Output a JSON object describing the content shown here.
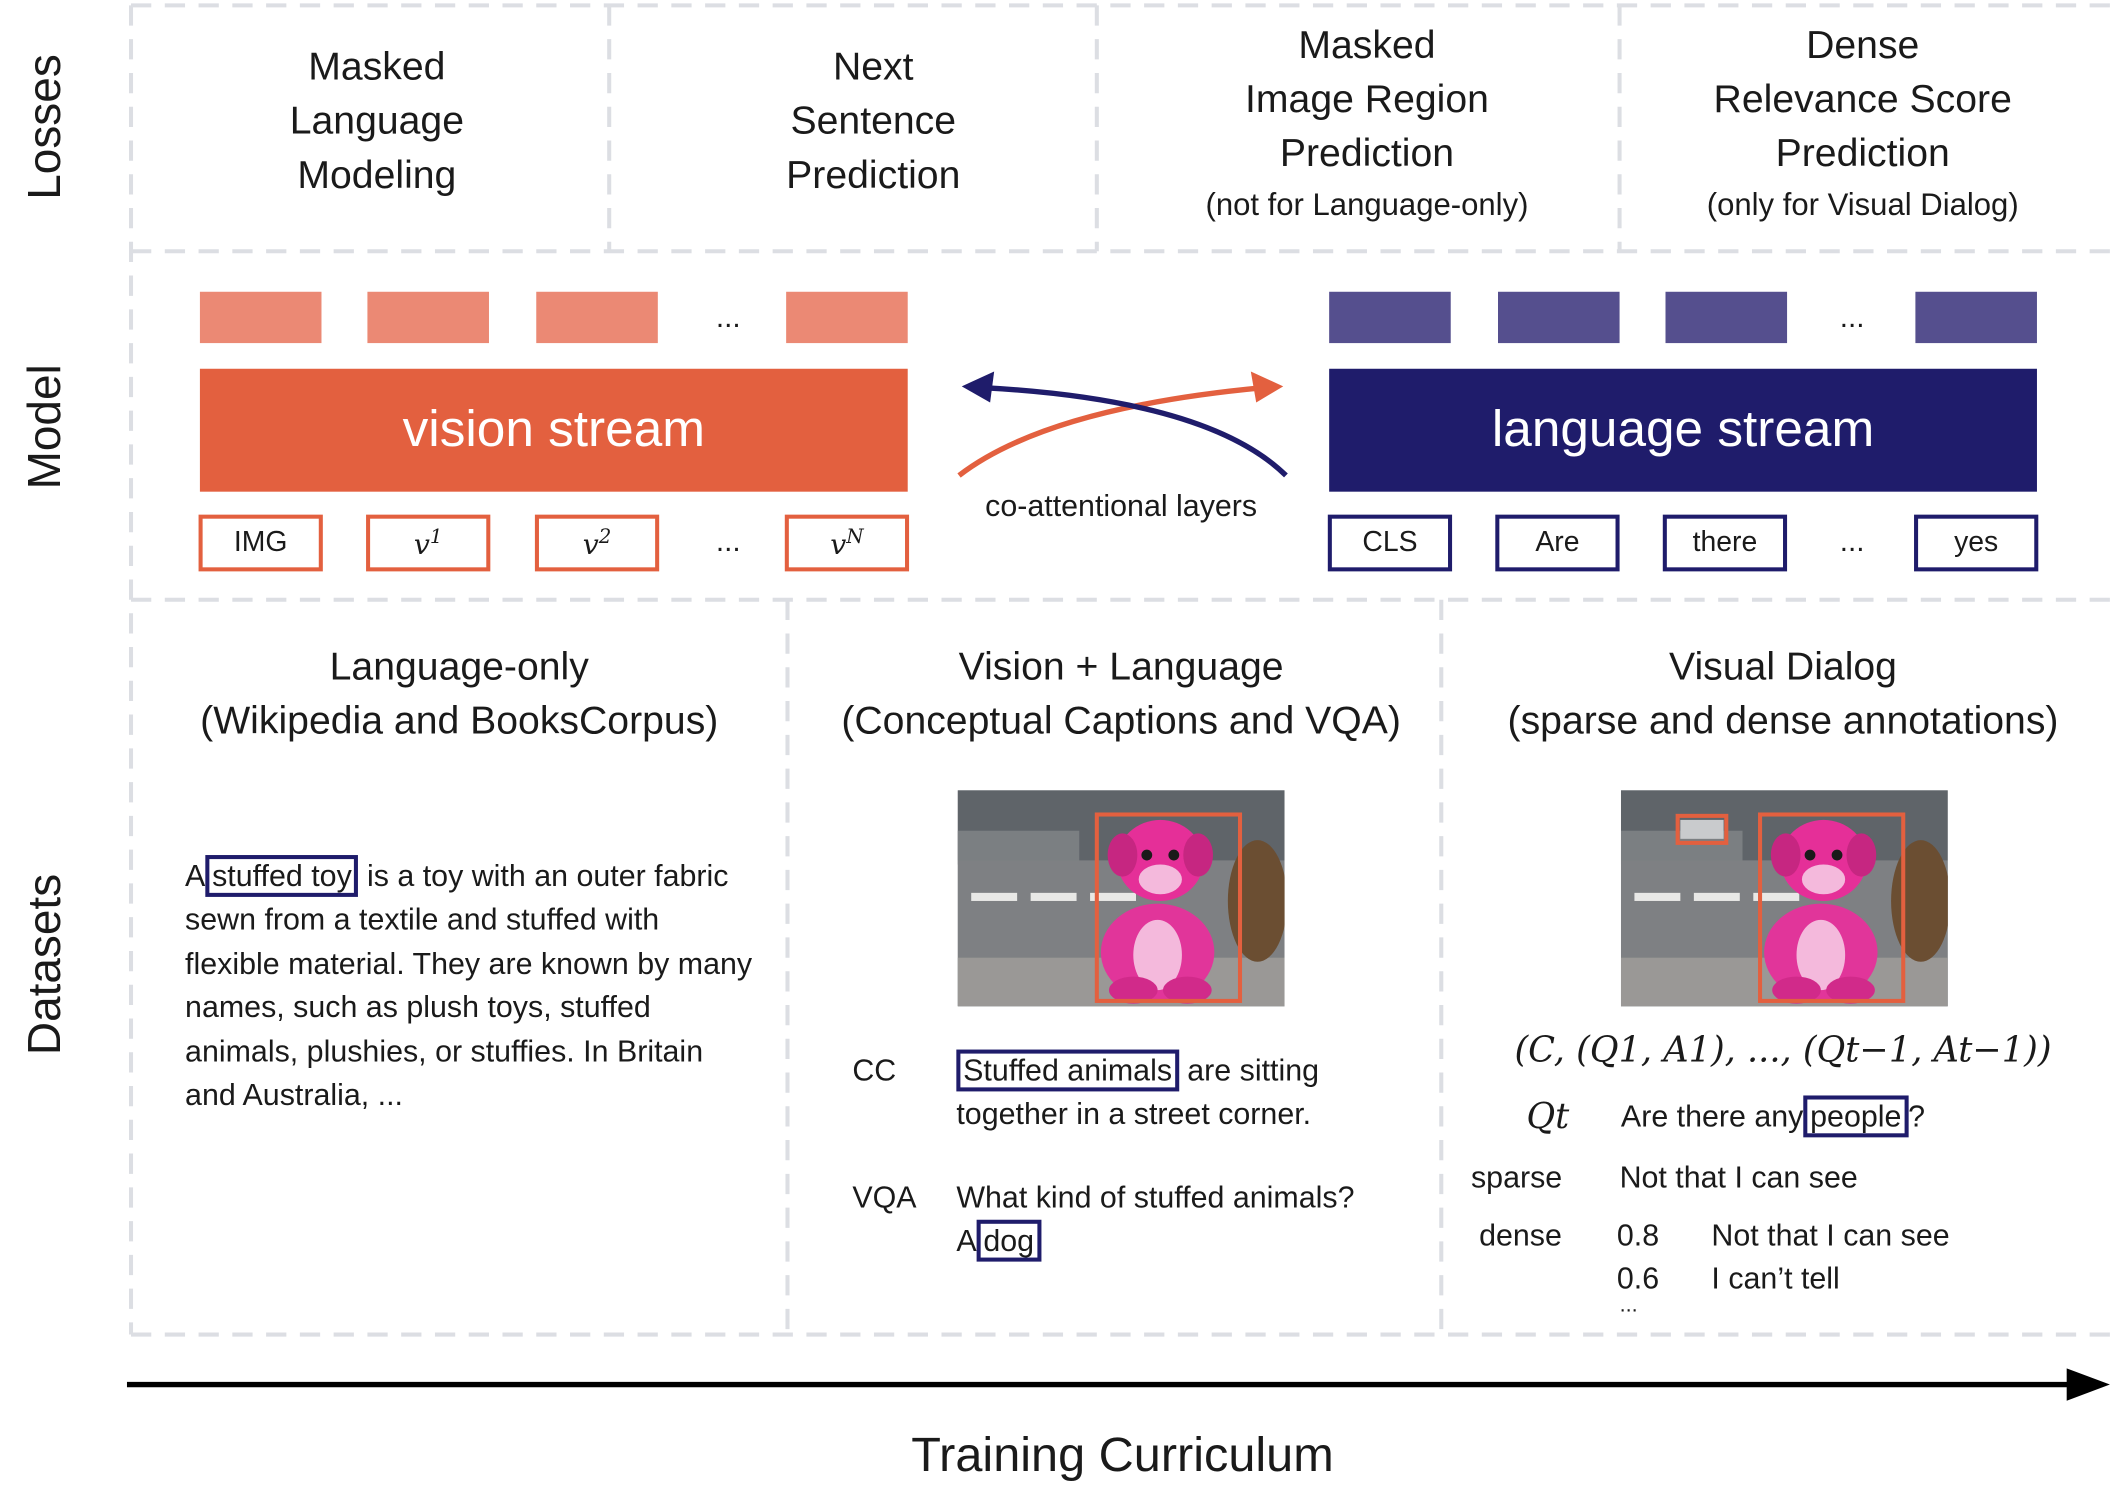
{
  "row_labels": {
    "losses": "Losses",
    "model": "Model",
    "datasets": "Datasets"
  },
  "losses": [
    {
      "title": "Masked\nLanguage\nModeling",
      "note": ""
    },
    {
      "title": "Next\nSentence\nPrediction",
      "note": ""
    },
    {
      "title": "Masked\nImage Region\nPrediction",
      "note": "(not for Language-only)"
    },
    {
      "title": "Dense\nRelevance Score\nPrediction",
      "note": "(only for Visual Dialog)"
    }
  ],
  "model": {
    "vision_stream": "vision stream",
    "language_stream": "language stream",
    "co_attention": "co-attentional layers",
    "ellipsis": "...",
    "vision_tokens": {
      "img": "IMG",
      "v_base": "v",
      "v1_sup": "1",
      "v2_sup": "2",
      "vN_sup": "N"
    },
    "language_tokens": [
      "CLS",
      "Are",
      "there",
      "yes"
    ],
    "colors": {
      "vision": "#e3603f",
      "vision_light": "#eb8974",
      "language": "#1f1c6b",
      "language_light": "#554f8e"
    }
  },
  "datasets": {
    "language_only": {
      "title": "Language-only",
      "subtitle": "(Wikipedia and BooksCorpus)",
      "text_pre": "A",
      "text_highlight": "stuffed toy",
      "text_post": "is a toy with an outer fabric sewn from a textile and stuffed with flexible material. They are known by many names, such as plush toys, stuffed animals, plushies, or stuffies. In Britain and Australia, ..."
    },
    "vision_language": {
      "title": "Vision + Language",
      "subtitle": "(Conceptual Captions and VQA)",
      "cc_label": "CC",
      "cc_highlight": "Stuffed animals",
      "cc_rest_line1": "are sitting",
      "cc_line2": "together in a street corner.",
      "vqa_label": "VQA",
      "vqa_question": "What kind of stuffed animals?",
      "vqa_answer_pre": "A",
      "vqa_answer_highlight": "dog"
    },
    "visual_dialog": {
      "title": "Visual Dialog",
      "subtitle": "(sparse and dense annotations)",
      "history_formula": "(C, (Q1, A1), ..., (Qt−1, At−1))",
      "q_label": "Qt",
      "q_text_pre": "Are there any",
      "q_highlight": "people",
      "q_text_post": "?",
      "sparse_label": "sparse",
      "sparse_answer": "Not that I can see",
      "dense_label": "dense",
      "dense": [
        {
          "score": "0.8",
          "answer": "Not that I can see"
        },
        {
          "score": "0.6",
          "answer": "I can’t tell"
        }
      ],
      "dense_more": "..."
    }
  },
  "axis_label": "Training Curriculum"
}
